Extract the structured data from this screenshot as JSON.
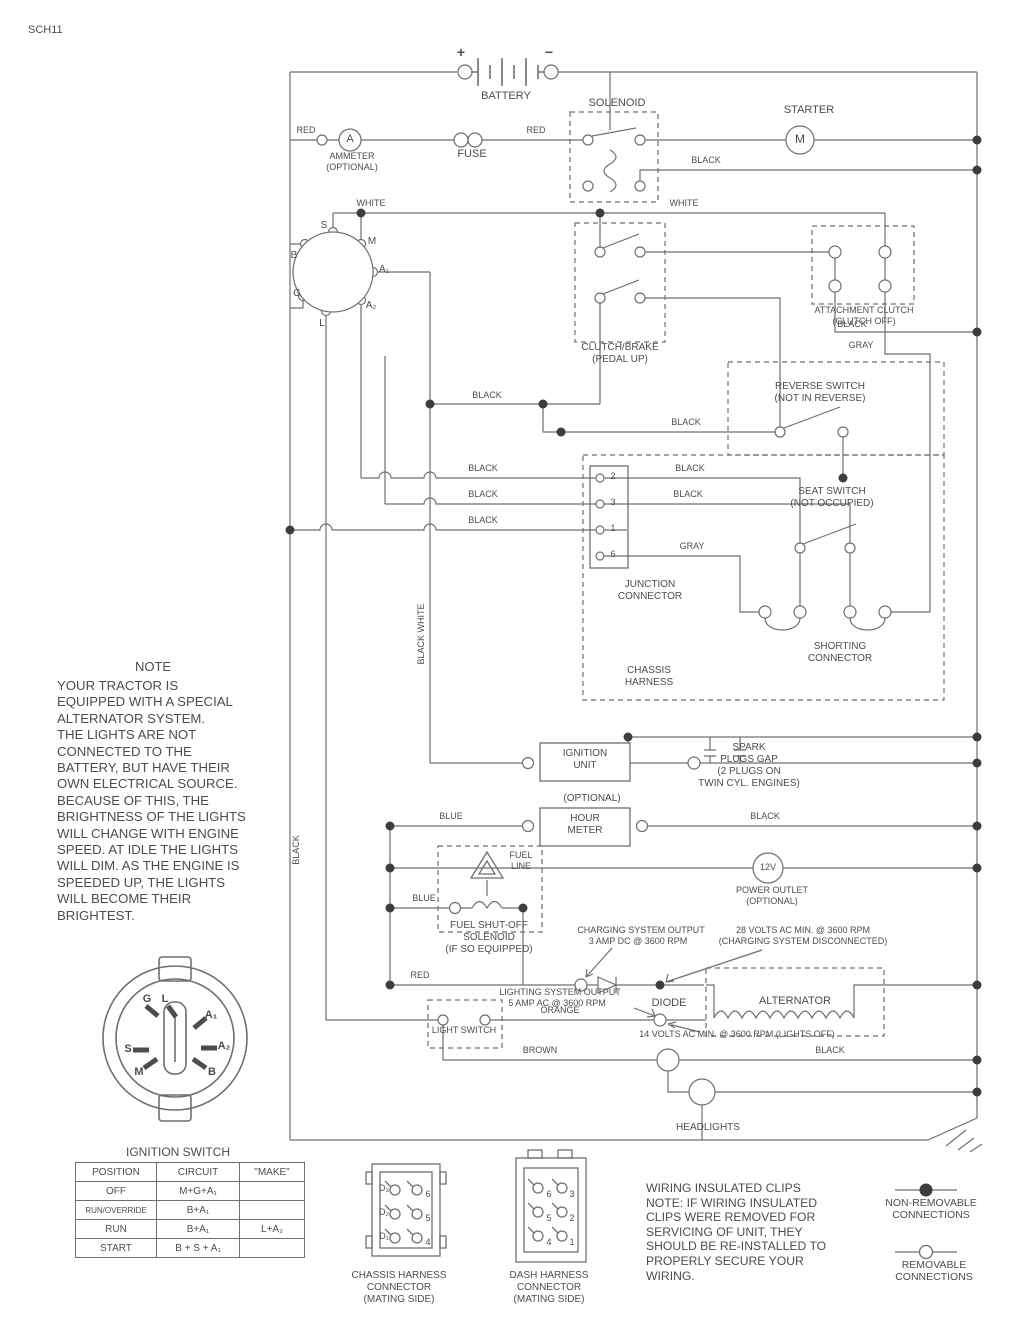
{
  "sheet_id": "SCH11",
  "colors": {
    "ink": "#4d4d4d",
    "line": "#6f6f6f"
  },
  "battery": {
    "plus": "+",
    "minus": "−",
    "label": "BATTERY"
  },
  "solenoid_label": "SOLENOID",
  "starter": {
    "label": "STARTER",
    "symbol": "M"
  },
  "ammeter": {
    "symbol": "A",
    "line1": "AMMETER",
    "line2": "(OPTIONAL)"
  },
  "fuse_label": "FUSE",
  "ignition_schematic": {
    "s": "S",
    "m": "M",
    "b": "B",
    "a1": "A₁",
    "g": "G",
    "l": "L",
    "a2": "A₂"
  },
  "clutch_brake": {
    "line1": "CLUTCH/BRAKE",
    "line2": "(PEDAL UP)"
  },
  "attachment_clutch": {
    "line1": "ATTACHMENT CLUTCH",
    "line2": "(CLUTCH OFF)"
  },
  "reverse_switch": {
    "line1": "REVERSE SWITCH",
    "line2": "(NOT IN REVERSE)"
  },
  "seat_switch": {
    "line1": "SEAT SWITCH",
    "line2": "(NOT OCCUPIED)"
  },
  "junction_connector": {
    "line1": "JUNCTION",
    "line2": "CONNECTOR",
    "pins": [
      "2",
      "3",
      "1",
      "6"
    ]
  },
  "shorting_connector": {
    "line1": "SHORTING",
    "line2": "CONNECTOR"
  },
  "chassis_harness": {
    "line1": "CHASSIS",
    "line2": "HARNESS"
  },
  "note": {
    "title": "NOTE",
    "body": [
      "YOUR TRACTOR IS",
      "EQUIPPED WITH A SPECIAL",
      "ALTERNATOR SYSTEM.",
      "THE LIGHTS ARE NOT",
      "CONNECTED TO THE",
      "BATTERY, BUT HAVE THEIR",
      "OWN ELECTRICAL SOURCE.",
      "BECAUSE OF THIS, THE",
      "BRIGHTNESS OF THE LIGHTS",
      "WILL CHANGE WITH ENGINE",
      "SPEED.  AT IDLE THE LIGHTS",
      "WILL DIM.  AS THE ENGINE IS",
      "SPEEDED UP, THE LIGHTS",
      "WILL BECOME THEIR",
      "BRIGHTEST."
    ]
  },
  "ignition_unit": {
    "line1": "IGNITION",
    "line2": "UNIT"
  },
  "spark_plugs": {
    "line1": "SPARK",
    "line2": "PLUGS GAP",
    "line3": "(2 PLUGS ON",
    "line4": "TWIN CYL. ENGINES)"
  },
  "hour_meter": {
    "optional": "(OPTIONAL)",
    "line1": "HOUR",
    "line2": "METER"
  },
  "fuel_line": {
    "line1": "FUEL",
    "line2": "LINE"
  },
  "fuel_solenoid": {
    "line1": "FUEL SHUT-OFF",
    "line2": "SOLENOID",
    "line3": "(IF SO EQUIPPED)"
  },
  "power_outlet": {
    "symbol": "12V",
    "line1": "POWER OUTLET",
    "line2": "(OPTIONAL)"
  },
  "charging_output": {
    "line1": "CHARGING SYSTEM OUTPUT",
    "line2": "3 AMP DC @ 3600 RPM"
  },
  "charging_disconnected": {
    "line1": "28 VOLTS AC MIN. @ 3600 RPM",
    "line2": "(CHARGING SYSTEM DISCONNECTED)"
  },
  "diode_label": "DIODE",
  "alternator_label": "ALTERNATOR",
  "lighting_output": {
    "line1": "LIGHTING SYSTEM OUTPUT",
    "line2": "5 AMP AC @ 3600 RPM"
  },
  "light_switch_label": "LIGHT SWITCH",
  "lights_off_note": "14 VOLTS AC MIN. @ 3600 RPM (LIGHTS OFF)",
  "headlights_label": "HEADLIGHTS",
  "key_switch": {
    "title": "IGNITION SWITCH",
    "g": "G",
    "l": "L",
    "a1": "A₁",
    "s": "S",
    "a2": "A₂",
    "m": "M",
    "b": "B"
  },
  "table": {
    "headers": [
      "POSITION",
      "CIRCUIT",
      "\"MAKE\""
    ],
    "rows": [
      [
        "OFF",
        "M+G+A₁",
        ""
      ],
      [
        "RUN/OVERRIDE",
        "B+A₁",
        ""
      ],
      [
        "RUN",
        "B+A₁",
        "L+A₂"
      ],
      [
        "START",
        "B + S + A₁",
        ""
      ]
    ]
  },
  "chassis_connector": {
    "line1": "CHASSIS HARNESS",
    "line2": "CONNECTOR",
    "line3": "(MATING SIDE)",
    "left_pins": [
      "D₃",
      "D₂",
      "D₁"
    ],
    "right_pins": [
      "6",
      "5",
      "4"
    ]
  },
  "dash_connector": {
    "line1": "DASH HARNESS",
    "line2": "CONNECTOR",
    "line3": "(MATING SIDE)",
    "left_pins": [
      "6",
      "5",
      "4"
    ],
    "right_pins": [
      "3",
      "2",
      "1"
    ]
  },
  "clips_note": [
    "WIRING INSULATED CLIPS",
    "NOTE: IF WIRING INSULATED",
    "CLIPS WERE REMOVED FOR",
    "SERVICING OF UNIT, THEY",
    "SHOULD BE RE-INSTALLED TO",
    "PROPERLY SECURE YOUR",
    "WIRING."
  ],
  "legend": {
    "non_removable": [
      "NON-REMOVABLE",
      "CONNECTIONS"
    ],
    "removable": [
      "REMOVABLE",
      "CONNECTIONS"
    ]
  },
  "wires": [
    "RED",
    "RED",
    "BLACK",
    "WHITE",
    "WHITE",
    "BLACK",
    "GRAY",
    "BLACK",
    "BLACK",
    "BLACK",
    "BLACK",
    "BLACK",
    "BLACK",
    "BLACK",
    "GRAY",
    "BLACK WHITE",
    "BLACK",
    "BLUE",
    "BLACK",
    "BLUE",
    "RED",
    "ORANGE",
    "BROWN",
    "BLACK"
  ]
}
